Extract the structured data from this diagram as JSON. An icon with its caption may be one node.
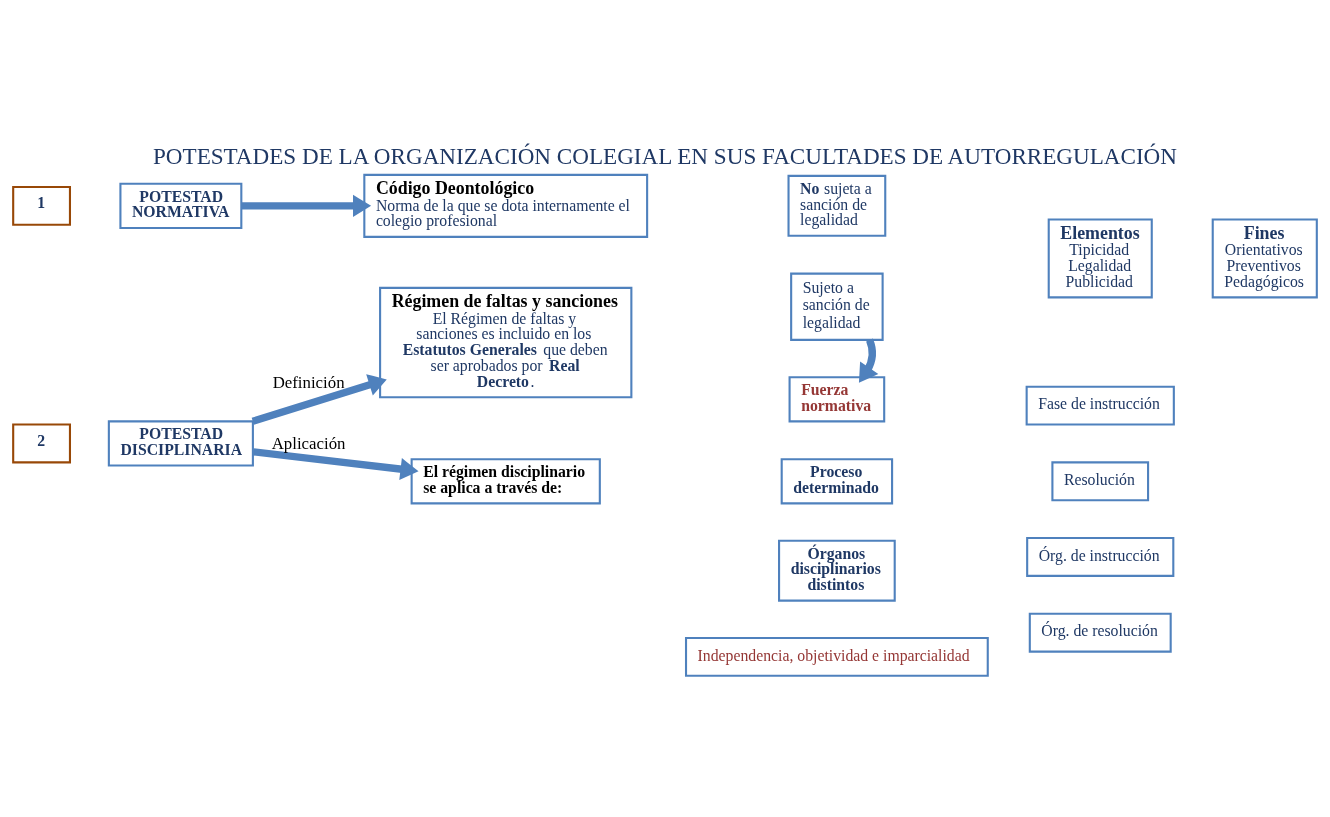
{
  "diagram": {
    "title": "POTESTADES DE LA ORGANIZACIÓN COLEGIAL EN SUS FACULTADES DE AUTORREGULACIÓN",
    "nodes": [
      {
        "text": [
          "1"
        ]
      },
      {
        "text": [
          "POTESTAD NORMATIVA"
        ]
      },
      {
        "text": [
          "Código Deontológico",
          "Norma de la que se dota internamente el colegio profesional"
        ]
      },
      {
        "text": [
          "**No** sujeta a sanción de legalidad"
        ]
      },
      {
        "text": [
          "Elementos",
          "Tipicidad",
          "Legalidad",
          "Publicidad"
        ]
      },
      {
        "text": [
          "Fines",
          "Orientativos",
          "Preventivos",
          "Pedagógicos"
        ]
      },
      {
        "text": [
          "2"
        ]
      },
      {
        "text": [
          "POTESTAD DISCIPLINARIA"
        ]
      },
      {
        "text": [
          "Régimen de faltas y sanciones",
          "El Régimen de faltas y sanciones es incluido en los **Estatutos Generales** que deben ser aprobados por **Real Decreto**."
        ]
      },
      {
        "text": [
          "Sujeto a sanción de legalidad"
        ]
      },
      {
        "text": [
          "Fuerza normativa"
        ]
      },
      {
        "text": [
          "El régimen disciplinario se aplica a través de:"
        ]
      },
      {
        "text": [
          "Proceso determinado"
        ]
      },
      {
        "text": [
          "Fase de instrucción"
        ]
      },
      {
        "text": [
          "Resolución"
        ]
      },
      {
        "text": [
          "Órganos disciplinarios distintos"
        ]
      },
      {
        "text": [
          "Órg. de instrucción"
        ]
      },
      {
        "text": [
          "Órg. de resolución"
        ]
      },
      {
        "text": [
          "Independencia, objetividad e imparcialidad"
        ]
      }
    ],
    "edges": [
      {
        "from": 1,
        "to": 2,
        "arrow": "to"
      },
      {
        "from": 7,
        "to": 8,
        "arrow": "to",
        "label": "Definición"
      },
      {
        "from": 7,
        "to": 11,
        "arrow": "to",
        "label": "Aplicación"
      },
      {
        "from": 9,
        "to": 10,
        "arrow": "to"
      }
    ]
  }
}
